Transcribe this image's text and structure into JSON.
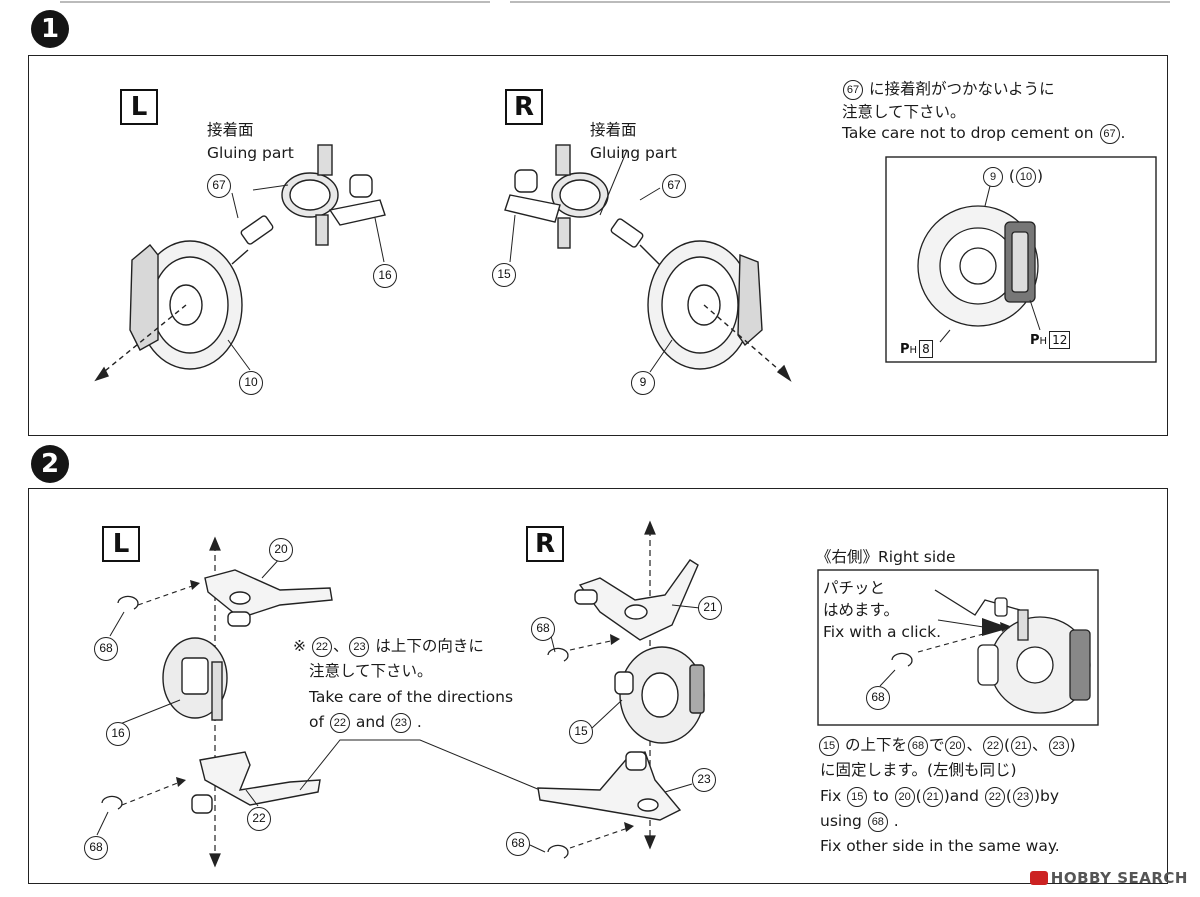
{
  "steps": {
    "step1": {
      "number": "1",
      "left_label": "L",
      "right_label": "R",
      "left_glue_jp": "接着面",
      "left_glue_en": "Gluing part",
      "right_glue_jp": "接着面",
      "right_glue_en": "Gluing part",
      "note_jp_line1": "に接着剤がつかないように",
      "note_jp_line2": "注意して下さい。",
      "note_en": "Take care not to drop cement on",
      "note_en_end": ".",
      "note_part": "67",
      "inset_part_a": "9",
      "inset_part_b": "10",
      "inset_ph_left_letter": "H",
      "inset_ph_left_num": "8",
      "inset_ph_right_letter": "H",
      "inset_ph_right_num": "12",
      "parts": {
        "l67": "67",
        "l16": "16",
        "l10": "10",
        "r67": "67",
        "r15": "15",
        "r9": "9"
      }
    },
    "step2": {
      "number": "2",
      "left_label": "L",
      "right_label": "R",
      "note_jp_line1_prefix": "※",
      "note_jp_line1_a": "22",
      "note_jp_line1_sep": "、",
      "note_jp_line1_b": "23",
      "note_jp_line1_suffix": "は上下の向きに",
      "note_jp_line2": "注意して下さい。",
      "note_en_line1": "Take care of the directions",
      "note_en_line2_prefix": "of",
      "note_en_line2_a": "22",
      "note_en_line2_mid": "and",
      "note_en_line2_b": "23",
      "note_en_line2_end": ".",
      "right_side_title": "《右側》Right side",
      "click_jp_line1": "パチッと",
      "click_jp_line2": "はめます。",
      "click_en": "Fix with a click.",
      "fix_jp_line1": "の上下を",
      "fix_jp_line1_b": "で",
      "fix_jp_line2": "に固定します。(左側も同じ)",
      "fix_en_line1_a": "Fix",
      "fix_en_line1_to": "to",
      "fix_en_line1_and": "and",
      "fix_en_line1_by": "by",
      "fix_en_line2": "using",
      "fix_en_line3": "Fix other side in the same way.",
      "parts": {
        "l20": "20",
        "l68a": "68",
        "l16": "16",
        "l22": "22",
        "l68b": "68",
        "r21": "21",
        "r68a": "68",
        "r15": "15",
        "r23": "23",
        "r68b": "68",
        "inset68": "68",
        "f15": "15",
        "f68": "68",
        "f20": "20",
        "f22": "22",
        "f21": "21",
        "f23": "23",
        "e15": "15",
        "e20": "20",
        "e21": "21",
        "e22": "22",
        "e23": "23",
        "e68": "68"
      }
    }
  },
  "watermark": "HOBBY SEARCH"
}
